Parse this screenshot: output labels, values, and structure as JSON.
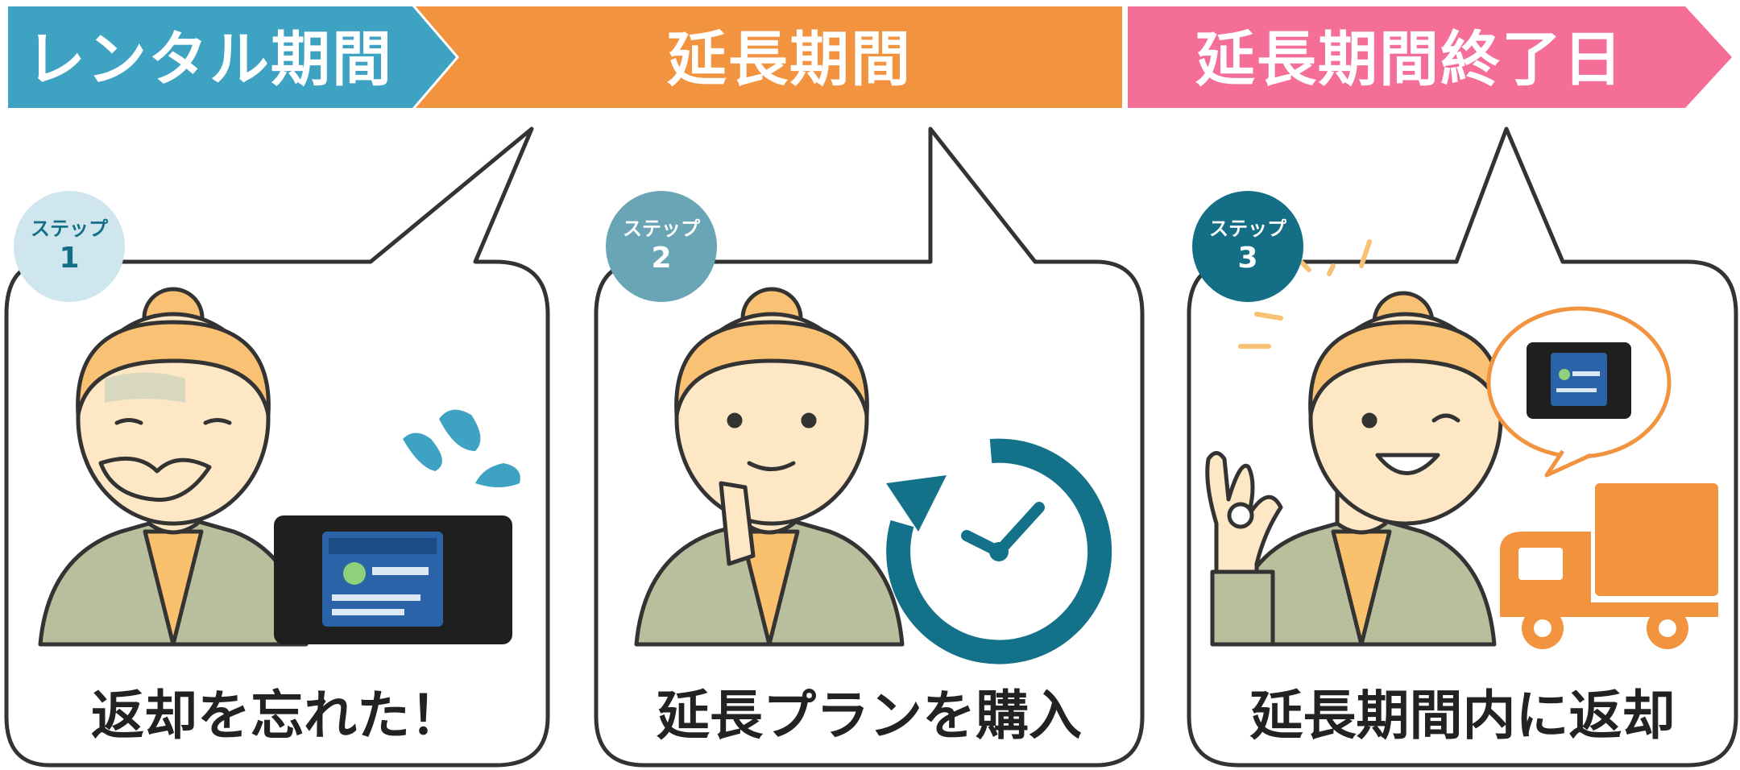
{
  "banner": {
    "rental_label": "レンタル期間",
    "extension_label": "延長期間",
    "end_day_label": "延長期間終了日"
  },
  "steps": [
    {
      "badge_label": "ステップ",
      "badge_number": "1",
      "caption": "返却を忘れた！"
    },
    {
      "badge_label": "ステップ",
      "badge_number": "2",
      "caption": "延長プランを購入"
    },
    {
      "badge_label": "ステップ",
      "badge_number": "3",
      "caption": "延長期間内に返却"
    }
  ],
  "colors": {
    "rental": "#3ea2c3",
    "extension": "#f29340",
    "end_day": "#f46e97",
    "badge1": "#cfe6ee",
    "badge2": "#6aa5b5",
    "badge3": "#136e86",
    "clock": "#13728a",
    "truck": "#f29340",
    "skin": "#fde7c4",
    "hair": "#f8c173",
    "jacket": "#b9bf9c",
    "shirt": "#f9c06e"
  },
  "icons": [
    "sweat-drops-icon",
    "clock-refresh-icon",
    "truck-icon",
    "router-icon",
    "ok-hand-icon"
  ]
}
